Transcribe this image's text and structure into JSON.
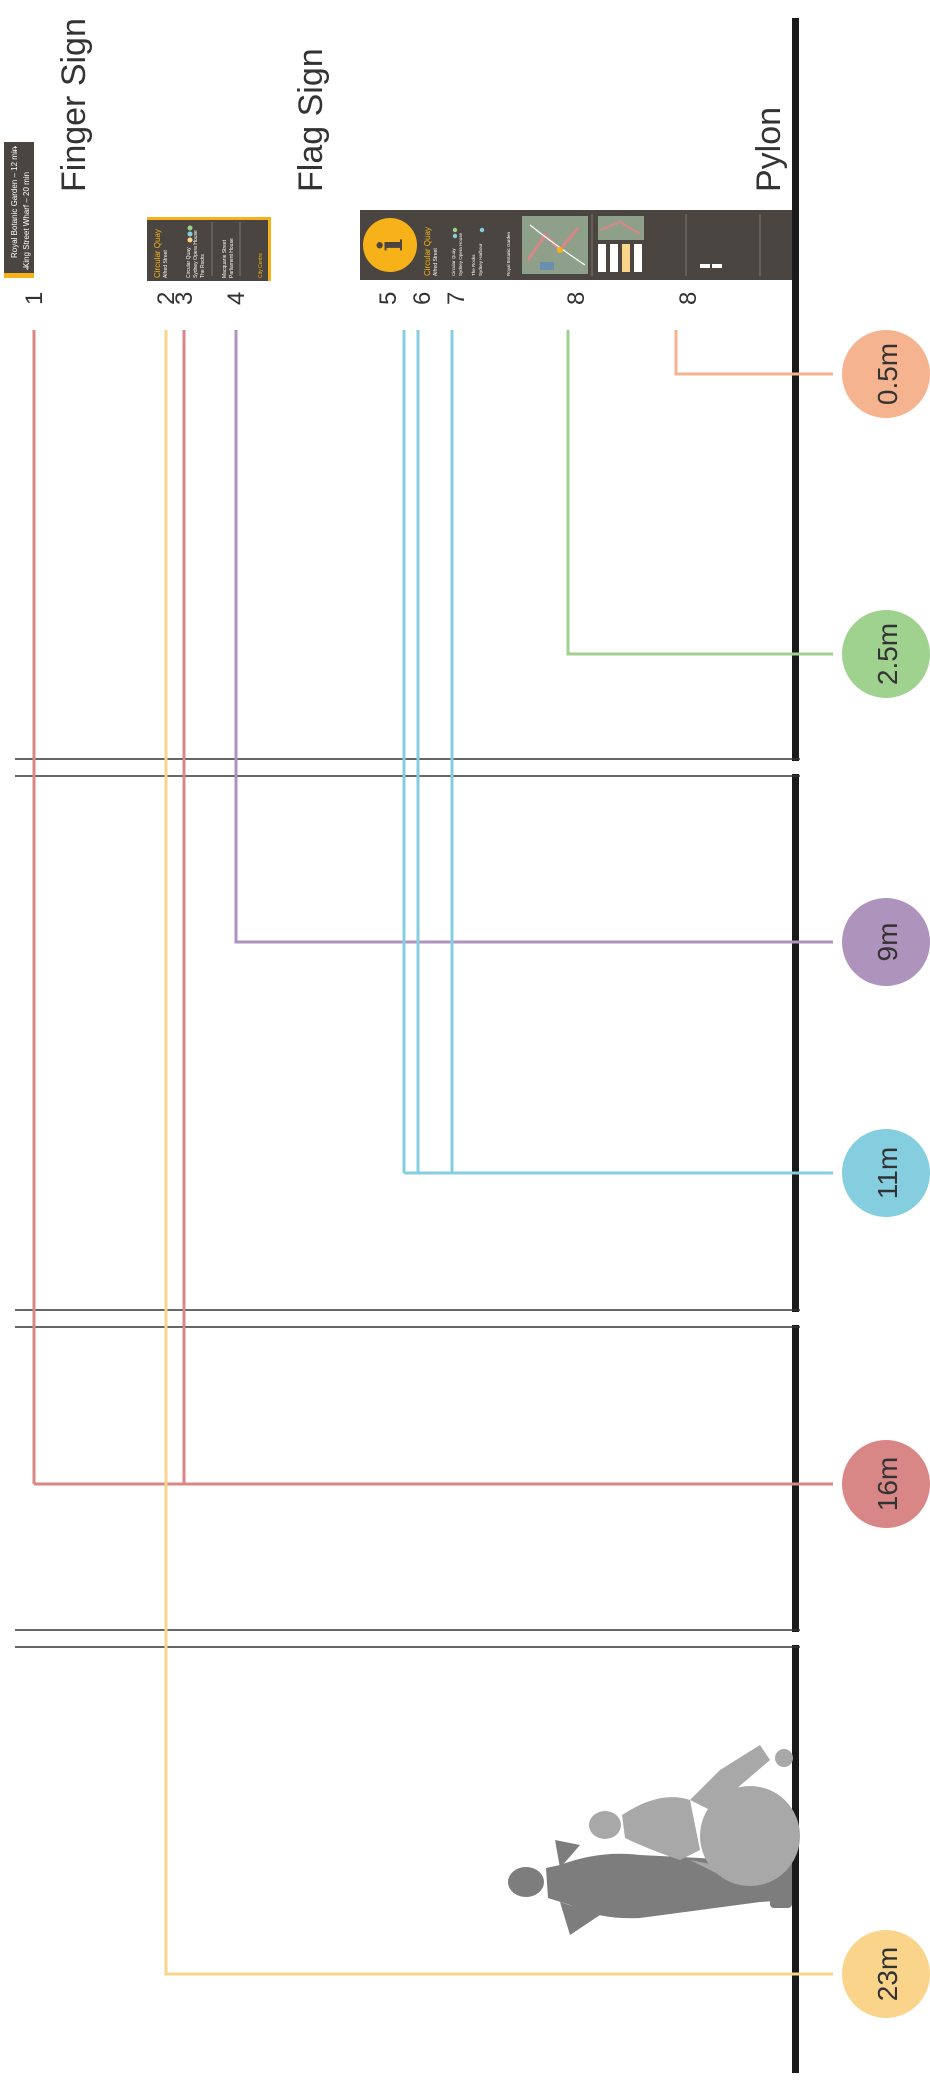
{
  "sign_types": [
    {
      "key": "finger",
      "label": "Finger Sign"
    },
    {
      "key": "flag",
      "label": "Flag Sign"
    },
    {
      "key": "pylon",
      "label": "Pylon"
    }
  ],
  "finger_sign": {
    "line1": "Royal Botanic Garden – 12 min",
    "line2": "King Street Wharf – 20 min"
  },
  "flag_sign": {
    "title": "Circular Quay",
    "subtitle": "Alfred Street",
    "rows": [
      "Circular Quay",
      "Sydney Opera House",
      "The Rocks",
      "Macquarie Street",
      "Parliament House",
      "City Centre"
    ]
  },
  "pylon_sign": {
    "info_symbol": "i",
    "title": "Circular Quay",
    "subtitle": "Alfred Street",
    "rows": [
      "Circular Quay",
      "Sydney Opera House",
      "The Rocks",
      "Sydney Harbour",
      "Royal Botanic Garden"
    ]
  },
  "elements": [
    {
      "id": "1",
      "distance": "16m"
    },
    {
      "id": "2",
      "distance": "23m"
    },
    {
      "id": "3",
      "distance": "16m"
    },
    {
      "id": "4",
      "distance": "9m"
    },
    {
      "id": "5",
      "distance": "11m"
    },
    {
      "id": "6",
      "distance": "11m"
    },
    {
      "id": "7",
      "distance": "11m"
    },
    {
      "id": "8",
      "distance": "2.5m"
    },
    {
      "id": "8",
      "distance": "0.5m"
    }
  ],
  "distances": [
    {
      "label": "0.5m",
      "color": "#f5b48f"
    },
    {
      "label": "2.5m",
      "color": "#9fd18f"
    },
    {
      "label": "9m",
      "color": "#ae93bd"
    },
    {
      "label": "11m",
      "color": "#85cee0"
    },
    {
      "label": "16m",
      "color": "#d98686"
    },
    {
      "label": "23m",
      "color": "#f9d48a"
    }
  ],
  "colors": {
    "sign_bg": "#4a4540",
    "accent": "#f7b21a",
    "ground": "#1a1a1a",
    "silhouette": "#9a9a9a"
  }
}
